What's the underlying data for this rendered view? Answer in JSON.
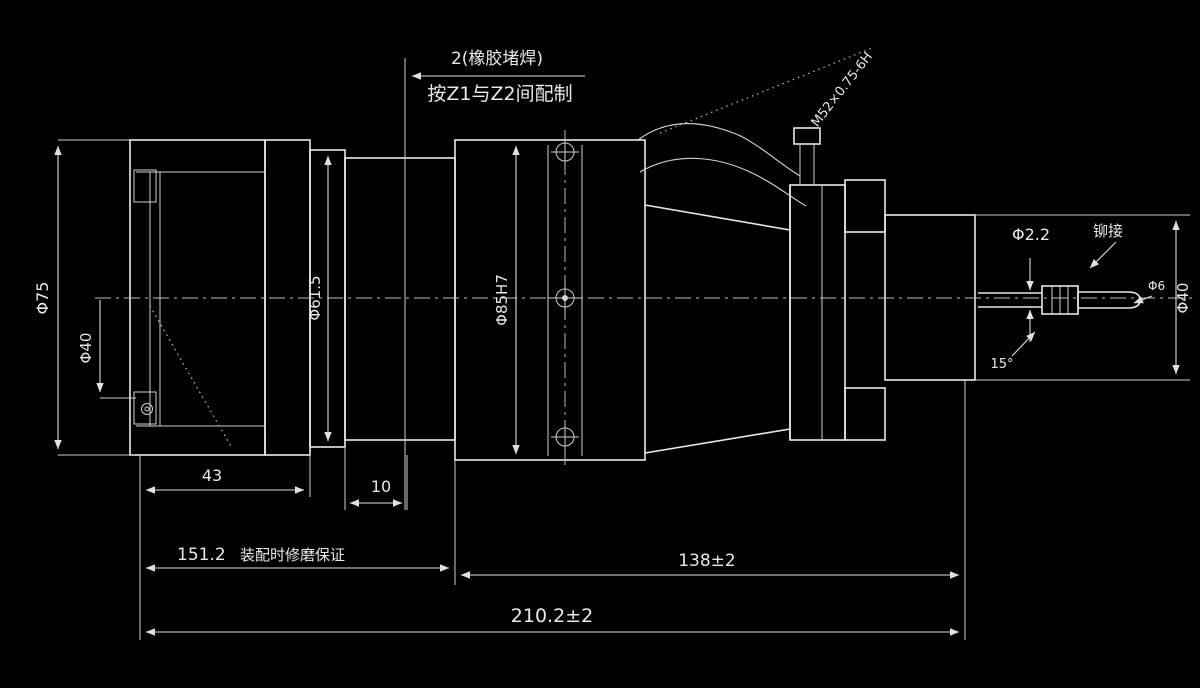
{
  "drawing": {
    "background": "#000000",
    "line_color": "#e8e8e8",
    "notes": {
      "top_upper": "2(橡胶堵焊)",
      "top_lower": "按Z1与Z2间配制",
      "diagonal": "M52×0.75-6H",
      "d151_note": "装配时修磨保证",
      "rivet": "铆接",
      "angle": "15°"
    },
    "dims": {
      "phi75": "Φ75",
      "phi40_left": "Φ40",
      "phi61_5": "Φ61.5",
      "phi85": "Φ85H7",
      "d43": "43",
      "d10": "10",
      "d151": "151.2",
      "d138": "138±2",
      "d210": "210.2±2",
      "phi2_2": "Φ2.2",
      "phi6": "Φ6",
      "phi40_right": "Φ40"
    }
  }
}
